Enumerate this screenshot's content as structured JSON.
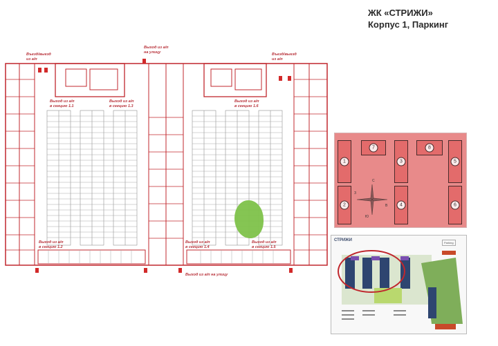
{
  "header": {
    "title_line1": "ЖК «СТРИЖИ»",
    "title_line2": "Корпус 1, Паркинг"
  },
  "plan": {
    "labels": {
      "entry_left": "Въезд/выезд\nиз а/п",
      "entry_right": "Въезд/выезд\nиз а/п",
      "exit_street_top": "Выход из а/п\nна улицу",
      "exit_street_bottom": "Выход из а/п на улицу",
      "exit_sec_1_1": "Выход из а/п\nв секцию 1.1",
      "exit_sec_1_3": "Выход из а/п\nв секцию 1.3",
      "exit_sec_1_6": "Выход из а/п\nв секцию 1.6",
      "exit_sec_1_2": "Выход из а/п\nв секцию 1.2",
      "exit_sec_1_4": "Выход из а/п\nв секцию 1.4",
      "exit_sec_1_5": "Выход из а/п\nв секцию 1.5"
    },
    "highlight": {
      "color": "#7ec24a",
      "meaning": "selected parking spot"
    },
    "colors": {
      "walls": "#c0272d",
      "spots": "#9b9b9b"
    }
  },
  "schema": {
    "sections": [
      "1",
      "2",
      "3",
      "4",
      "5",
      "6",
      "7",
      "8"
    ],
    "compass": {
      "n": "С",
      "s": "Ю",
      "w": "З",
      "e": "В"
    }
  },
  "sitemap": {
    "brand": "СТРИЖИ",
    "badge": "Parking",
    "highlight_color": "#c0272d"
  }
}
